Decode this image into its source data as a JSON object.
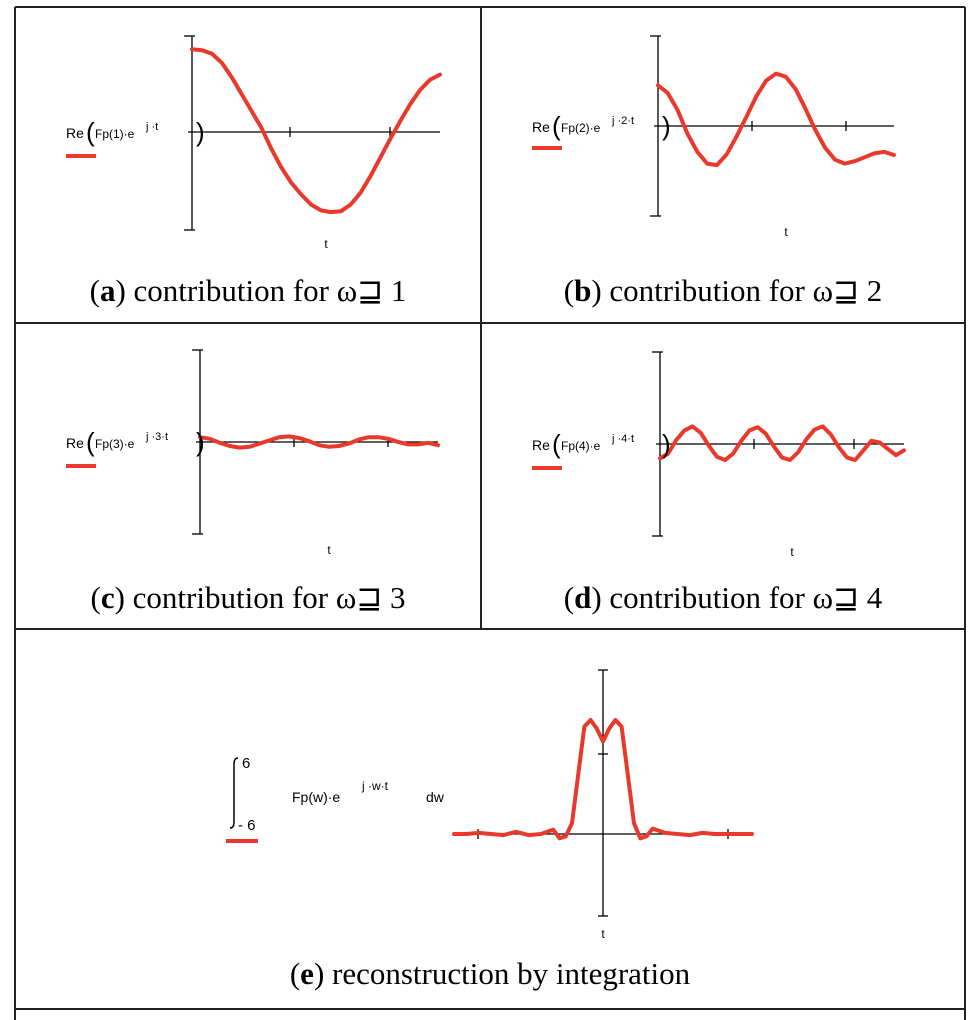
{
  "colors": {
    "curve": "#e8392c",
    "axis": "#000000",
    "border": "#222222",
    "background": "#ffffff"
  },
  "chart_data": [
    {
      "id": "a",
      "type": "line",
      "expression": {
        "re": "Re",
        "inner": "Fp(1)·e",
        "sup": "j  ·t"
      },
      "xlabel": "t",
      "caption": {
        "letter": "a",
        "text": ") contribution for ω⊒ 1",
        "open": "("
      },
      "x": [
        0,
        1,
        2,
        3,
        4,
        5,
        6,
        7,
        8,
        9,
        10,
        11,
        12,
        13,
        14,
        15,
        16,
        17,
        18,
        19,
        20,
        21,
        22,
        23,
        24,
        25
      ],
      "series": [
        {
          "values": [
            0.98,
            0.97,
            0.93,
            0.82,
            0.65,
            0.45,
            0.25,
            0.05,
            -0.2,
            -0.42,
            -0.6,
            -0.74,
            -0.86,
            -0.93,
            -0.95,
            -0.94,
            -0.86,
            -0.72,
            -0.52,
            -0.3,
            -0.08,
            0.13,
            0.33,
            0.5,
            0.62,
            0.68
          ]
        }
      ],
      "ylim": [
        -1.15,
        1.15
      ]
    },
    {
      "id": "b",
      "type": "line",
      "expression": {
        "re": "Re",
        "inner": "Fp(2)·e",
        "sup": "j  ·2·t"
      },
      "xlabel": "t",
      "caption": {
        "letter": "b",
        "text": ") contribution for ω⊒ 2",
        "open": "("
      },
      "x": [
        0,
        1,
        2,
        3,
        4,
        5,
        6,
        7,
        8,
        9,
        10,
        11,
        12,
        13,
        14,
        15,
        16,
        17,
        18,
        19,
        20,
        21,
        22,
        23,
        24
      ],
      "series": [
        {
          "values": [
            0.52,
            0.42,
            0.2,
            -0.1,
            -0.33,
            -0.48,
            -0.5,
            -0.36,
            -0.13,
            0.12,
            0.38,
            0.58,
            0.67,
            0.63,
            0.47,
            0.22,
            -0.05,
            -0.28,
            -0.43,
            -0.48,
            -0.45,
            -0.4,
            -0.35,
            -0.33,
            -0.37
          ]
        }
      ],
      "ylim": [
        -1.15,
        1.15
      ]
    },
    {
      "id": "c",
      "type": "line",
      "expression": {
        "re": "Re",
        "inner": "Fp(3)·e",
        "sup": "j  ·3·t"
      },
      "xlabel": "t",
      "caption": {
        "letter": "c",
        "text": ") contribution for ω⊒ 3",
        "open": "("
      },
      "x": [
        0,
        1,
        2,
        3,
        4,
        5,
        6,
        7,
        8,
        9,
        10,
        11,
        12,
        13,
        14,
        15,
        16,
        17,
        18,
        19,
        20,
        21,
        22,
        23,
        24
      ],
      "series": [
        {
          "values": [
            0.06,
            0.04,
            -0.01,
            -0.05,
            -0.07,
            -0.06,
            -0.02,
            0.02,
            0.06,
            0.07,
            0.05,
            0.01,
            -0.04,
            -0.06,
            -0.05,
            -0.02,
            0.03,
            0.06,
            0.06,
            0.04,
            0.0,
            -0.03,
            -0.03,
            -0.01,
            -0.04
          ]
        }
      ],
      "ylim": [
        -1.15,
        1.15
      ]
    },
    {
      "id": "d",
      "type": "line",
      "expression": {
        "re": "Re",
        "inner": "Fp(4)·e",
        "sup": "j  ·4·t"
      },
      "xlabel": "t",
      "caption": {
        "letter": "d",
        "text": ") contribution for ω⊒ 4",
        "open": "("
      },
      "x": [
        0,
        1,
        2,
        3,
        4,
        5,
        6,
        7,
        8,
        9,
        10,
        11,
        12,
        13,
        14,
        15,
        16,
        17,
        18,
        19,
        20,
        21,
        22,
        23,
        24,
        25,
        26,
        27,
        28,
        29,
        30
      ],
      "series": [
        {
          "values": [
            -0.18,
            -0.12,
            0.05,
            0.17,
            0.22,
            0.14,
            -0.02,
            -0.16,
            -0.2,
            -0.12,
            0.04,
            0.17,
            0.21,
            0.13,
            -0.03,
            -0.17,
            -0.2,
            -0.1,
            0.06,
            0.18,
            0.22,
            0.12,
            -0.04,
            -0.17,
            -0.2,
            -0.08,
            0.04,
            0.02,
            -0.06,
            -0.14,
            -0.08
          ]
        }
      ],
      "ylim": [
        -1.15,
        1.15
      ]
    },
    {
      "id": "e",
      "type": "line",
      "expression": {
        "upper": "6",
        "lower": "- 6",
        "inner": "Fp(w)·e",
        "sup": "j  ·w·t",
        "dw": "dw"
      },
      "xlabel": "t",
      "caption": {
        "letter": "e",
        "text": ") reconstruction by integration",
        "open": "("
      },
      "x": [
        -6,
        -5.5,
        -5,
        -4.5,
        -4,
        -3.5,
        -3,
        -2.5,
        -2,
        -1.75,
        -1.5,
        -1.25,
        -1,
        -0.75,
        -0.5,
        -0.25,
        0,
        0.25,
        0.5,
        0.75,
        1,
        1.25,
        1.5,
        1.75,
        2,
        2.5,
        3,
        3.5,
        4,
        4.5,
        5,
        5.5,
        6
      ],
      "series": [
        {
          "values": [
            0.0,
            0.0,
            0.01,
            0.0,
            -0.01,
            0.02,
            -0.01,
            0.0,
            0.04,
            -0.04,
            -0.02,
            0.1,
            0.55,
            1.0,
            1.06,
            0.98,
            0.86,
            0.98,
            1.06,
            1.0,
            0.55,
            0.1,
            -0.04,
            -0.02,
            0.05,
            0.01,
            0.0,
            -0.01,
            0.01,
            0.0,
            0.0,
            0.0,
            0.0
          ]
        }
      ],
      "ylim": [
        -0.75,
        1.5
      ],
      "xlim": [
        -6,
        6
      ]
    }
  ]
}
